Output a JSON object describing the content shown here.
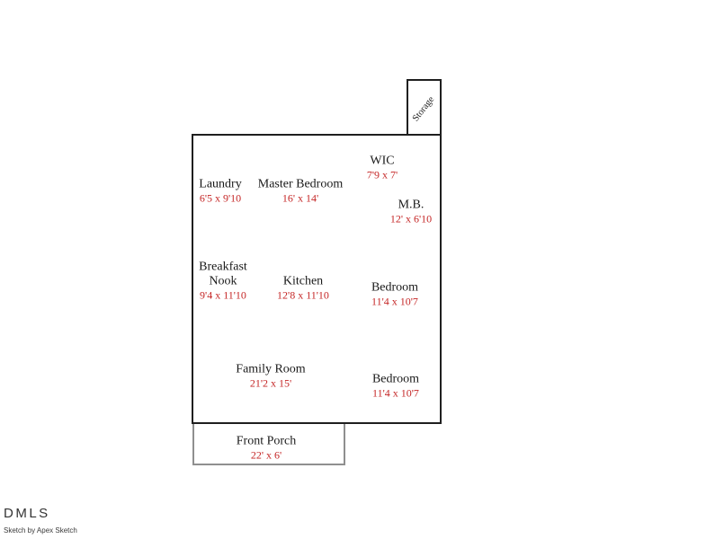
{
  "floorplan": {
    "storage_label": "Storage",
    "rooms": [
      {
        "name": "Laundry",
        "dims": "6'5 x 9'10"
      },
      {
        "name": "Master Bedroom",
        "dims": "16' x 14'"
      },
      {
        "name": "WIC",
        "dims": "7'9 x 7'"
      },
      {
        "name": "M.B.",
        "dims": "12' x 6'10"
      },
      {
        "name": "Breakfast Nook",
        "dims": "9'4 x 11'10"
      },
      {
        "name": "Kitchen",
        "dims": "12'8 x 11'10"
      },
      {
        "name": "Bedroom",
        "dims": "11'4 x 10'7"
      },
      {
        "name": "Family Room",
        "dims": "21'2 x 15'"
      },
      {
        "name": "Bedroom",
        "dims": "11'4 x 10'7"
      },
      {
        "name": "Front Porch",
        "dims": "22' x 6'"
      }
    ],
    "colors": {
      "wall": "#1f1f1f",
      "porch_wall": "#8f8f8f",
      "room_name_text": "#1a1a1a",
      "dimension_text": "#c52727"
    }
  },
  "footer": {
    "watermark": "DMLS",
    "credit": "Sketch by Apex Sketch"
  }
}
